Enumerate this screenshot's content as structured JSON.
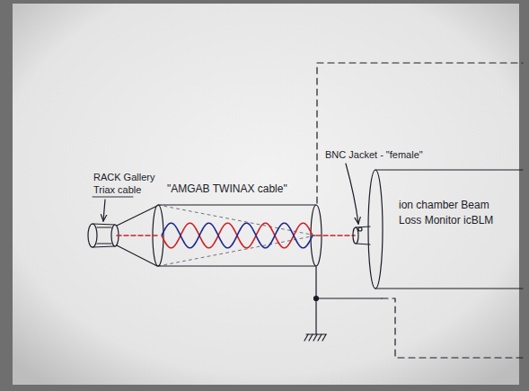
{
  "diagram": {
    "nodes": [
      {
        "text": [
          "\"AMGAB TWINAX cable\""
        ]
      },
      {
        "text": [
          "ion chamber Beam Loss Monitor icBLM"
        ]
      }
    ],
    "labels": [
      "RACK Gallery",
      "Triax cable",
      "BNC Jacket - \"female\""
    ]
  }
}
